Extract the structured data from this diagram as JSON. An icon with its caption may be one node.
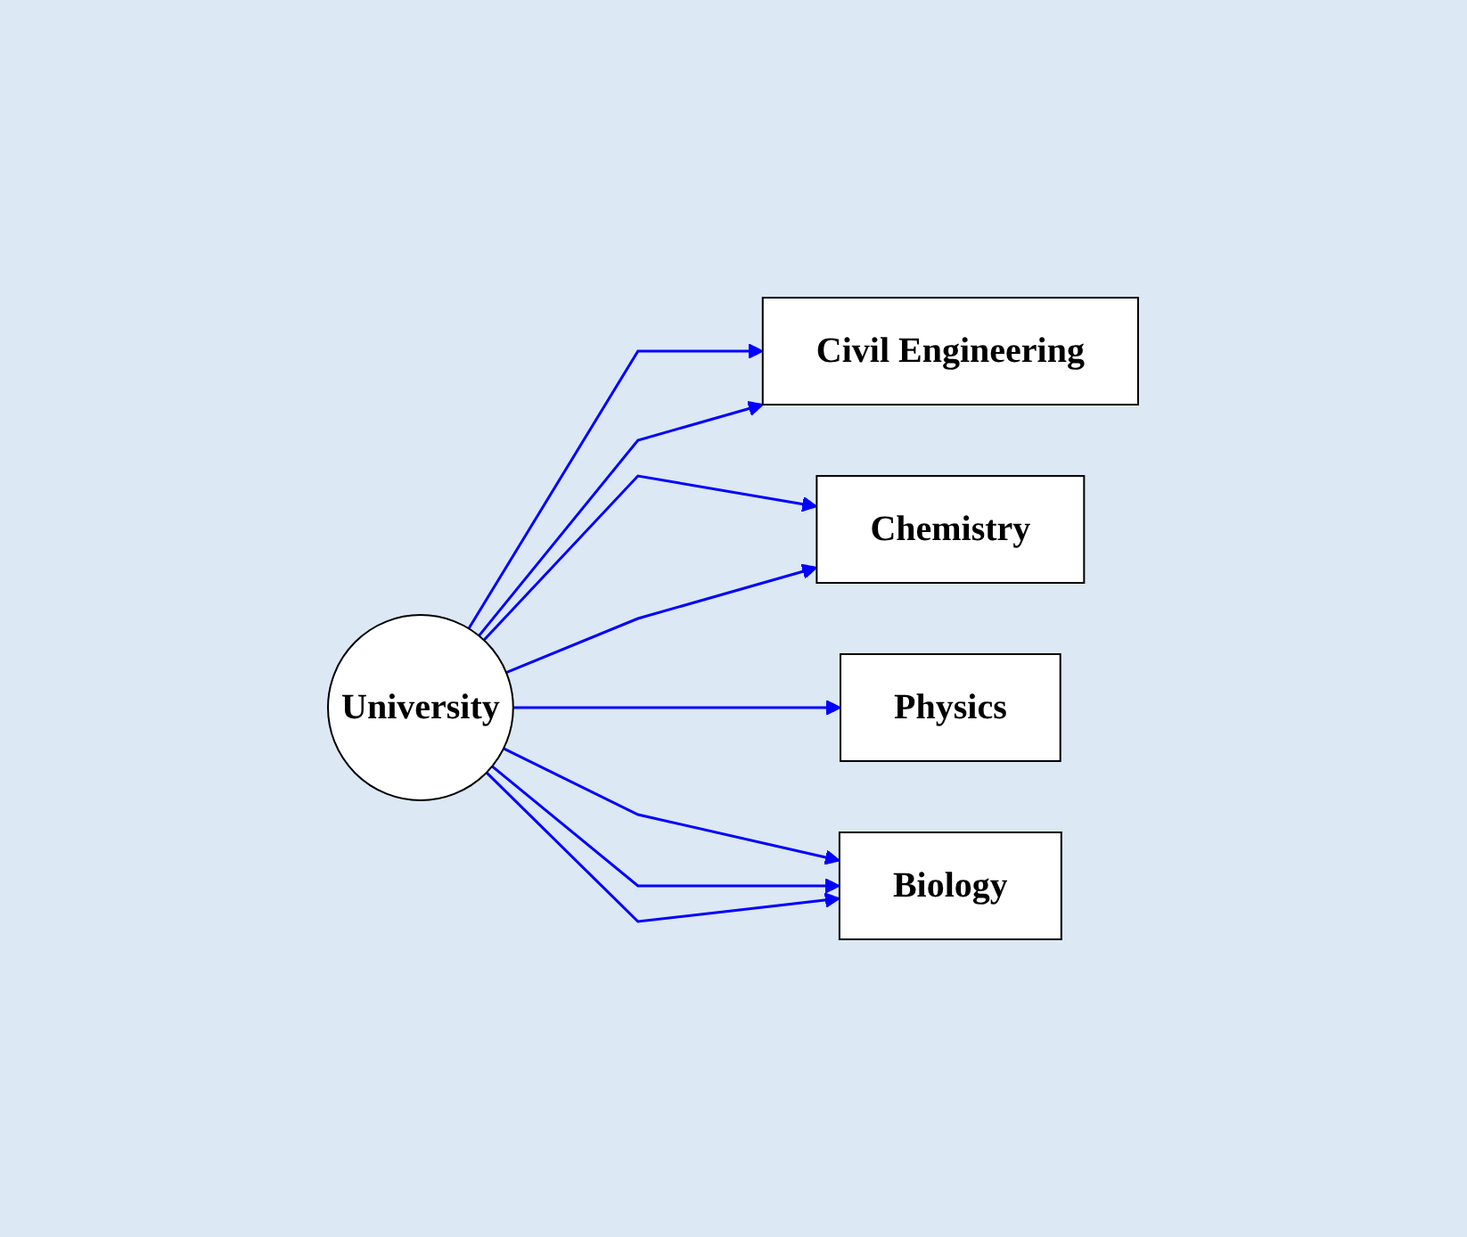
{
  "diagram": {
    "nodes": [
      {
        "text": [
          "University"
        ]
      },
      {
        "text": [
          "Civil Engineering"
        ]
      },
      {
        "text": [
          "Chemistry"
        ]
      },
      {
        "text": [
          "Physics"
        ]
      },
      {
        "text": [
          "Biology"
        ]
      }
    ],
    "edges": [
      {
        "from": 0,
        "to": 1,
        "arrow": "to"
      },
      {
        "from": 0,
        "to": 1,
        "arrow": "to"
      },
      {
        "from": 0,
        "to": 2,
        "arrow": "to"
      },
      {
        "from": 0,
        "to": 2,
        "arrow": "to"
      },
      {
        "from": 0,
        "to": 3,
        "arrow": "to"
      },
      {
        "from": 0,
        "to": 4,
        "arrow": "to"
      },
      {
        "from": 0,
        "to": 4,
        "arrow": "to"
      },
      {
        "from": 0,
        "to": 4,
        "arrow": "to"
      }
    ]
  }
}
